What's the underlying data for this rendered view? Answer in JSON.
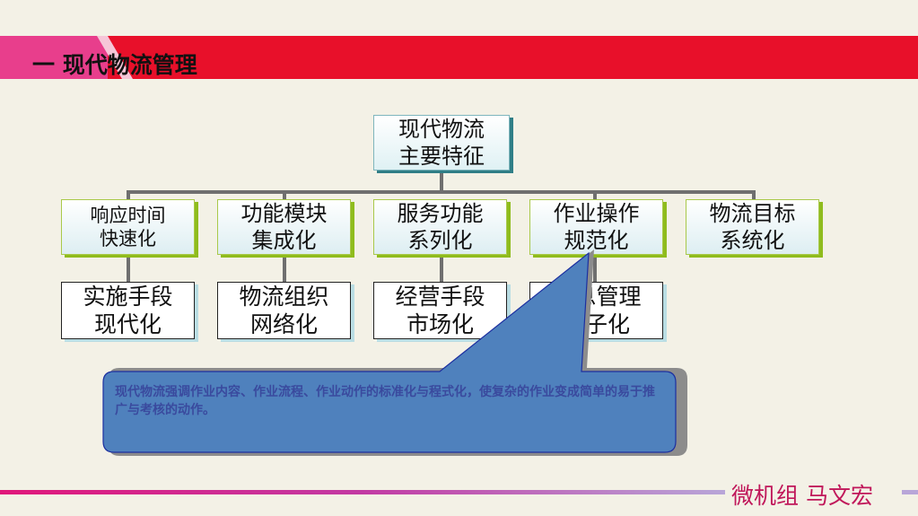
{
  "header": {
    "title": "一  现代物流管理"
  },
  "diagram": {
    "root": "现代物流\n主要特征",
    "categories": [
      "响应时间\n快速化",
      "功能模块\n集成化",
      "服务功能\n系列化",
      "作业操作\n规范化",
      "物流目标\n系统化"
    ],
    "subitems": [
      "实施手段\n现代化",
      "物流组织\n网络化",
      "经营手段\n市场化",
      "信息管理\n电子化"
    ]
  },
  "callout": {
    "text": "现代物流强调作业内容、作业流程、作业动作的标准化与程式化，使复杂的作业变成简单的易于推广与考核的动作。"
  },
  "footer": {
    "author": "微机组  马文宏"
  },
  "colors": {
    "header_red": "#e8102a",
    "header_pink": "#e83e8c",
    "callout_fill": "#4f81bd",
    "footer_text": "#c0175a"
  }
}
